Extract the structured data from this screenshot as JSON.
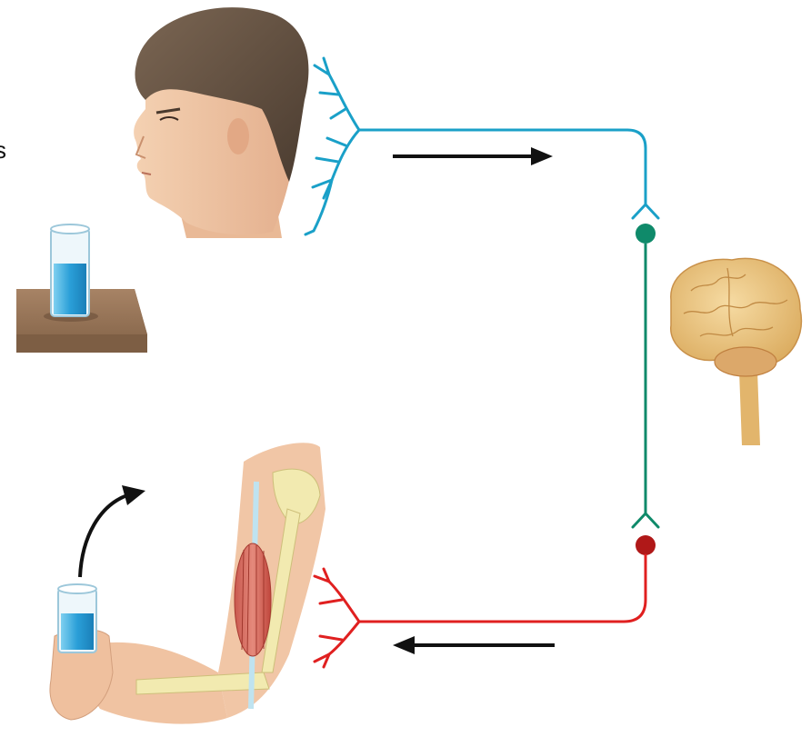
{
  "edge_fragment": "s",
  "colors": {
    "sensory": "#1aa0c8",
    "interneuron": "#0f8a6a",
    "motor": "#e02020",
    "arrow": "#111111",
    "water": "#3aa9dc",
    "brain": "#e8c27c",
    "skin": "#f1c9a6",
    "hair": "#6a5646",
    "table": "#8a6a4e"
  },
  "icons": [
    "head-illustration",
    "glass-of-water-icon",
    "brain-illustration",
    "arm-illustration",
    "flow-arrow-icon"
  ]
}
